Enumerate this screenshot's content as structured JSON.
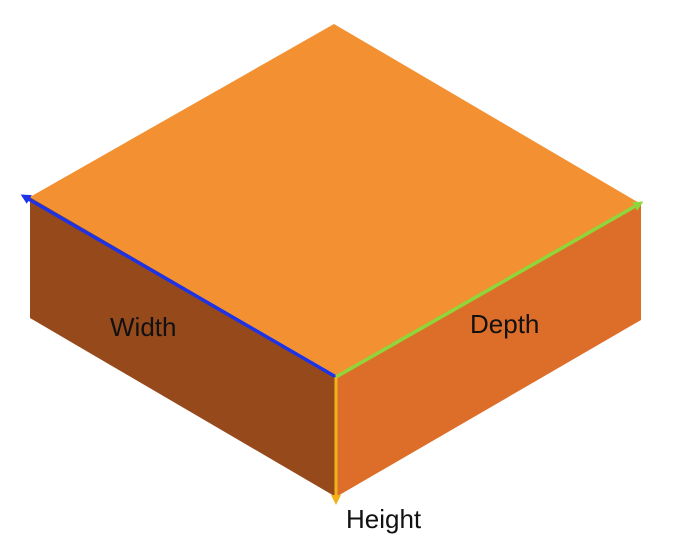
{
  "labels": {
    "width": "Width",
    "depth": "Depth",
    "height": "Height"
  },
  "colors": {
    "top_face": "#F29032",
    "left_face": "#964A1C",
    "right_face": "#DD6E2A",
    "width_axis": "#1F33E6",
    "depth_axis": "#8FD63A",
    "height_axis": "#F2B21A",
    "label_text": "#111111"
  }
}
